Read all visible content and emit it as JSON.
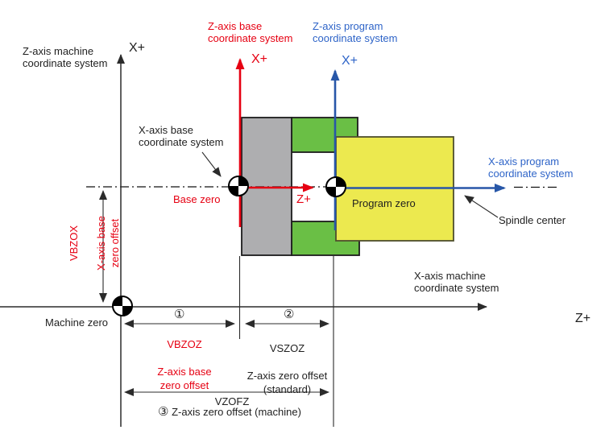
{
  "colors": {
    "red": "#e60012",
    "blue_line": "#2857a8",
    "blue_text": "#2e64c8",
    "line_black": "#2b2b2b",
    "gray_fill": "#aeaeb0",
    "green_fill": "#6abf45",
    "yellow_fill": "#ece94f"
  },
  "coordinate_systems": {
    "z_machine": "Z-axis machine\ncoordinate system",
    "z_base": "Z-axis base\ncoordinate system",
    "z_program": "Z-axis program\ncoordinate system",
    "x_base": "X-axis base\ncoordinate system",
    "x_program": "X-axis program\ncoordinate system",
    "x_machine": "X-axis machine\ncoordinate system"
  },
  "axis_labels": {
    "machine_x_plus": "X+",
    "base_x_plus": "X+",
    "program_x_plus": "X+",
    "base_z_plus": "Z+",
    "machine_z_plus": "Z+"
  },
  "zero_points": {
    "machine": "Machine zero",
    "base": "Base zero",
    "program": "Program zero"
  },
  "annotations": {
    "spindle_center": "Spindle center"
  },
  "offsets": {
    "x_base": {
      "code": "VBZOX",
      "desc": "X-axis base\nzero offset"
    },
    "item1": {
      "num": "①",
      "code": "VBZOZ",
      "desc": "Z-axis base\nzero offset"
    },
    "item2": {
      "num": "②",
      "code": "VSZOZ",
      "desc": "Z-axis zero offset\n(standard)"
    },
    "item3": {
      "num": "③",
      "code": "VZOFZ",
      "desc": "Z-axis zero offset (machine)"
    }
  }
}
